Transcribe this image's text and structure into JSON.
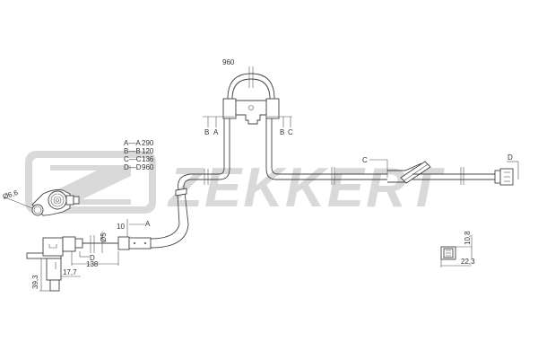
{
  "watermark": {
    "brand": "ZEKKERT",
    "color": "#d9d9d9"
  },
  "legend": {
    "rows": [
      {
        "pair": "A—A",
        "value": "290"
      },
      {
        "pair": "B—B",
        "value": "120"
      },
      {
        "pair": "C—C",
        "value": "136"
      },
      {
        "pair": "D—D",
        "value": "960"
      }
    ]
  },
  "dimensions": {
    "top_loop": "960",
    "sensor_hole": "Ø6,6",
    "offset_10": "10",
    "diameter_5": "Ø5",
    "length_138": "138",
    "length_17_7": "17,7",
    "height_39_3": "39,3",
    "connector_height": "10,8",
    "connector_width": "22,3"
  },
  "markers": {
    "a1": "A",
    "a2": "A",
    "b1": "B",
    "b2": "B",
    "c1": "C",
    "c2": "C",
    "d1": "D",
    "d2": "D"
  },
  "colors": {
    "line": "#444444",
    "text": "#333333",
    "background": "#ffffff"
  }
}
